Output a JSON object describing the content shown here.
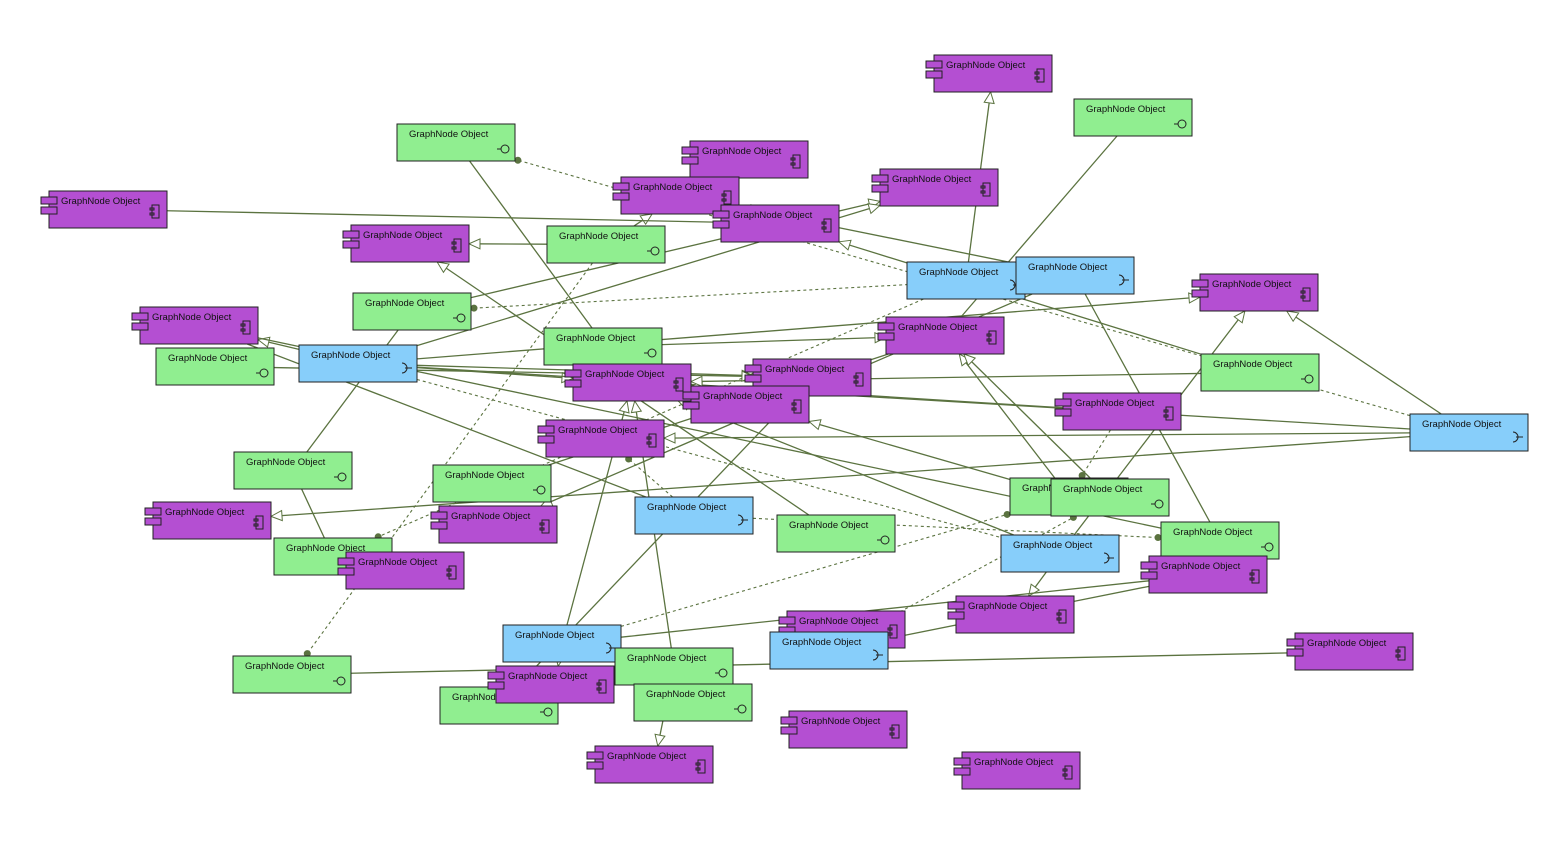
{
  "colors": {
    "component": "#b44fd2",
    "interface": "#90ee90",
    "port": "#87cefa",
    "edge": "#5b7340"
  },
  "nodes": [
    {
      "id": "n1",
      "kind": "component",
      "label": "GraphNode Object"
    },
    {
      "id": "n2",
      "kind": "interface",
      "label": "GraphNode Object"
    },
    {
      "id": "n3",
      "kind": "interface",
      "label": "GraphNode Object"
    },
    {
      "id": "n4",
      "kind": "component",
      "label": "GraphNode Object"
    },
    {
      "id": "n5",
      "kind": "component",
      "label": "GraphNode Object"
    },
    {
      "id": "n6",
      "kind": "component",
      "label": "GraphNode Object"
    },
    {
      "id": "n7",
      "kind": "component",
      "label": "GraphNode Object"
    },
    {
      "id": "n8",
      "kind": "component",
      "label": "GraphNode Object"
    },
    {
      "id": "n9",
      "kind": "component",
      "label": "GraphNode Object"
    },
    {
      "id": "n10",
      "kind": "interface",
      "label": "GraphNode Object"
    },
    {
      "id": "n11",
      "kind": "port",
      "label": "GraphNode Object"
    },
    {
      "id": "n12",
      "kind": "port",
      "label": "GraphNode Object"
    },
    {
      "id": "n13",
      "kind": "component",
      "label": "GraphNode Object"
    },
    {
      "id": "n14",
      "kind": "component",
      "label": "GraphNode Object"
    },
    {
      "id": "n15",
      "kind": "interface",
      "label": "GraphNode Object"
    },
    {
      "id": "n16",
      "kind": "component",
      "label": "GraphNode Object"
    },
    {
      "id": "n17",
      "kind": "interface",
      "label": "GraphNode Object"
    },
    {
      "id": "n18",
      "kind": "interface",
      "label": "GraphNode Object"
    },
    {
      "id": "n19",
      "kind": "port",
      "label": "GraphNode Object"
    },
    {
      "id": "n20",
      "kind": "component",
      "label": "GraphNode Object"
    },
    {
      "id": "n21",
      "kind": "component",
      "label": "GraphNode Object"
    },
    {
      "id": "n22",
      "kind": "component",
      "label": "GraphNode Object"
    },
    {
      "id": "n23",
      "kind": "interface",
      "label": "GraphNode Object"
    },
    {
      "id": "n24",
      "kind": "port",
      "label": "GraphNode Object"
    },
    {
      "id": "n25",
      "kind": "component",
      "label": "GraphNode Object"
    },
    {
      "id": "n26",
      "kind": "component",
      "label": "GraphNode Object"
    },
    {
      "id": "n27",
      "kind": "interface",
      "label": "GraphNode Object"
    },
    {
      "id": "n28",
      "kind": "interface",
      "label": "GraphNode Object"
    },
    {
      "id": "n29",
      "kind": "interface",
      "label": "GraphNode Object"
    },
    {
      "id": "n30",
      "kind": "interface",
      "label": "GraphNode Object"
    },
    {
      "id": "n31",
      "kind": "component",
      "label": "GraphNode Object"
    },
    {
      "id": "n32",
      "kind": "component",
      "label": "GraphNode Object"
    },
    {
      "id": "n33",
      "kind": "port",
      "label": "GraphNode Object"
    },
    {
      "id": "n34",
      "kind": "interface",
      "label": "GraphNode Object"
    },
    {
      "id": "n35",
      "kind": "interface",
      "label": "GraphNode Object"
    },
    {
      "id": "n36",
      "kind": "port",
      "label": "GraphNode Object"
    },
    {
      "id": "n37",
      "kind": "component",
      "label": "GraphNode Object"
    },
    {
      "id": "n38",
      "kind": "interface",
      "label": "GraphNode Object"
    },
    {
      "id": "n39",
      "kind": "component",
      "label": "GraphNode Object"
    },
    {
      "id": "n40",
      "kind": "component",
      "label": "GraphNode Object"
    },
    {
      "id": "n41",
      "kind": "component",
      "label": "GraphNode Object"
    },
    {
      "id": "n42",
      "kind": "component",
      "label": "GraphNode Object"
    },
    {
      "id": "n43",
      "kind": "port",
      "label": "GraphNode Object"
    },
    {
      "id": "n44",
      "kind": "interface",
      "label": "GraphNode Object"
    },
    {
      "id": "n45",
      "kind": "port",
      "label": "GraphNode Object"
    },
    {
      "id": "n46",
      "kind": "interface",
      "label": "GraphNode Object"
    },
    {
      "id": "n47",
      "kind": "interface",
      "label": "GraphNode Object"
    },
    {
      "id": "n48",
      "kind": "component",
      "label": "GraphNode Object"
    },
    {
      "id": "n49",
      "kind": "interface",
      "label": "GraphNode Object"
    },
    {
      "id": "n50",
      "kind": "component",
      "label": "GraphNode Object"
    },
    {
      "id": "n51",
      "kind": "component",
      "label": "GraphNode Object"
    },
    {
      "id": "n52",
      "kind": "component",
      "label": "GraphNode Object"
    }
  ],
  "edges": [
    {
      "from": "n11",
      "to": "n1",
      "style": "solid",
      "end": "arrow"
    },
    {
      "from": "n10",
      "to": "n5",
      "style": "solid",
      "end": "arrow"
    },
    {
      "from": "n12",
      "to": "n5",
      "style": "solid",
      "end": "arrow"
    },
    {
      "from": "n15",
      "to": "n6",
      "style": "solid",
      "end": "arrow"
    },
    {
      "from": "n19",
      "to": "n6",
      "style": "solid",
      "end": "arrow"
    },
    {
      "from": "n23",
      "to": "n8",
      "style": "solid",
      "end": "arrow"
    },
    {
      "from": "n34",
      "to": "n9",
      "style": "solid",
      "end": "arrow"
    },
    {
      "from": "n19",
      "to": "n13",
      "style": "solid",
      "end": "arrow"
    },
    {
      "from": "n19",
      "to": "n16",
      "style": "solid",
      "end": "arrow"
    },
    {
      "from": "n19",
      "to": "n20",
      "style": "solid",
      "end": "arrow"
    },
    {
      "from": "n19",
      "to": "n21",
      "style": "solid",
      "end": "arrow"
    },
    {
      "from": "n19",
      "to": "n26",
      "style": "solid",
      "end": "none"
    },
    {
      "from": "n24",
      "to": "n13",
      "style": "solid",
      "end": "arrow"
    },
    {
      "from": "n24",
      "to": "n21",
      "style": "solid",
      "end": "arrow"
    },
    {
      "from": "n24",
      "to": "n25",
      "style": "solid",
      "end": "arrow"
    },
    {
      "from": "n24",
      "to": "n31",
      "style": "solid",
      "end": "arrow"
    },
    {
      "from": "n36",
      "to": "n41",
      "style": "solid",
      "end": "arrow"
    },
    {
      "from": "n36",
      "to": "n13",
      "style": "solid",
      "end": "arrow"
    },
    {
      "from": "n36",
      "to": "n21",
      "style": "solid",
      "end": "arrow"
    },
    {
      "from": "n29",
      "to": "n14",
      "style": "solid",
      "end": "arrow"
    },
    {
      "from": "n29",
      "to": "n22",
      "style": "solid",
      "end": "arrow"
    },
    {
      "from": "n30",
      "to": "n14",
      "style": "solid",
      "end": "arrow"
    },
    {
      "from": "n2",
      "to": "n14",
      "style": "solid",
      "end": "none"
    },
    {
      "from": "n17",
      "to": "n14",
      "style": "solid",
      "end": "arrow"
    },
    {
      "from": "n10",
      "to": "n9",
      "style": "solid",
      "end": "arrow"
    },
    {
      "from": "n3",
      "to": "n21",
      "style": "solid",
      "end": "arrow"
    },
    {
      "from": "n23",
      "to": "n21",
      "style": "solid",
      "end": "arrow"
    },
    {
      "from": "n43",
      "to": "n48",
      "style": "solid",
      "end": "arrow"
    },
    {
      "from": "n43",
      "to": "n21",
      "style": "solid",
      "end": "arrow"
    },
    {
      "from": "n43",
      "to": "n39",
      "style": "solid",
      "end": "none"
    },
    {
      "from": "n44",
      "to": "n51",
      "style": "solid",
      "end": "arrow"
    },
    {
      "from": "n44",
      "to": "n21",
      "style": "solid",
      "end": "arrow"
    },
    {
      "from": "n47",
      "to": "n20",
      "style": "solid",
      "end": "arrow"
    },
    {
      "from": "n38",
      "to": "n16",
      "style": "solid",
      "end": "none"
    },
    {
      "from": "n33",
      "to": "n16",
      "style": "solid",
      "end": "none"
    },
    {
      "from": "n27",
      "to": "n14",
      "style": "solid",
      "end": "none"
    },
    {
      "from": "n45",
      "to": "n39",
      "style": "solid",
      "end": "none"
    },
    {
      "from": "n46",
      "to": "n42",
      "style": "solid",
      "end": "none"
    },
    {
      "from": "n35",
      "to": "n28",
      "style": "solid",
      "end": "none"
    },
    {
      "from": "n12",
      "to": "n38",
      "style": "solid",
      "end": "none"
    },
    {
      "from": "n12",
      "to": "n32",
      "style": "solid",
      "end": "arrow"
    },
    {
      "from": "n7",
      "to": "n8",
      "style": "solid",
      "end": "none"
    },
    {
      "from": "n18",
      "to": "n20",
      "style": "solid",
      "end": "arrow"
    },
    {
      "from": "n28",
      "to": "n15",
      "style": "solid",
      "end": "none"
    },
    {
      "from": "n12",
      "to": "n15",
      "style": "dashed",
      "end": "dot"
    },
    {
      "from": "n24",
      "to": "n3",
      "style": "dashed",
      "end": "dot"
    },
    {
      "from": "n33",
      "to": "n25",
      "style": "dashed",
      "end": "dot"
    },
    {
      "from": "n43",
      "to": "n29",
      "style": "dashed",
      "end": "dot"
    },
    {
      "from": "n26",
      "to": "n29",
      "style": "dashed",
      "end": "dot"
    },
    {
      "from": "n33",
      "to": "n38",
      "style": "dashed",
      "end": "dot"
    },
    {
      "from": "n11",
      "to": "n35",
      "style": "dashed",
      "end": "dot"
    },
    {
      "from": "n10",
      "to": "n46",
      "style": "dashed",
      "end": "dot"
    },
    {
      "from": "n45",
      "to": "n30",
      "style": "dashed",
      "end": "dot"
    },
    {
      "from": "n19",
      "to": "n36",
      "style": "dashed",
      "end": "none"
    }
  ]
}
